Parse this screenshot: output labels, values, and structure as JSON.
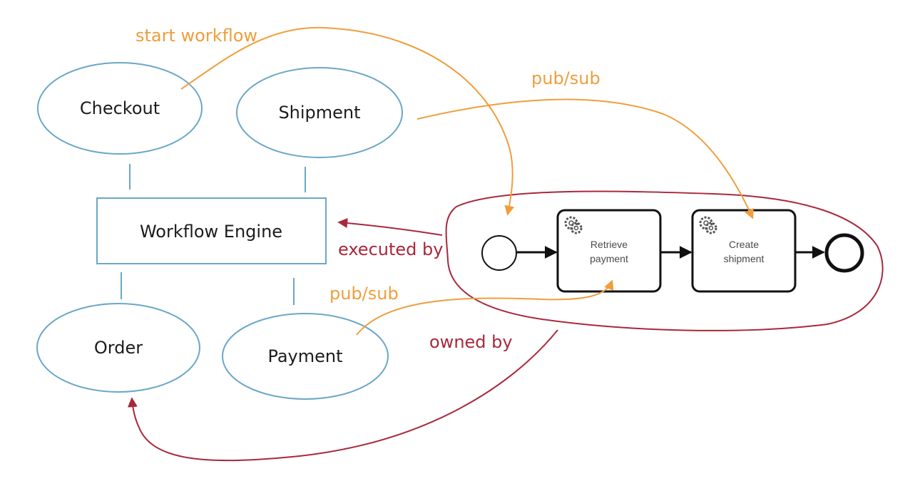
{
  "services": {
    "checkout": "Checkout",
    "shipment": "Shipment",
    "order": "Order",
    "payment": "Payment"
  },
  "engine": "Workflow Engine",
  "annotations": {
    "start_workflow": "start workflow",
    "pubsub_top": "pub/sub",
    "pubsub_bottom": "pub/sub",
    "executed_by": "executed by",
    "owned_by": "owned by"
  },
  "process": {
    "task1_line1": "Retrieve",
    "task1_line2": "payment",
    "task2_line1": "Create",
    "task2_line2": "shipment"
  },
  "colors": {
    "service_stroke": "#6aa7c8",
    "orange": "#ef9e3c",
    "red": "#a8283b",
    "black": "#111111"
  },
  "icons": {
    "task1": "gear-icon",
    "task2": "gear-icon"
  }
}
